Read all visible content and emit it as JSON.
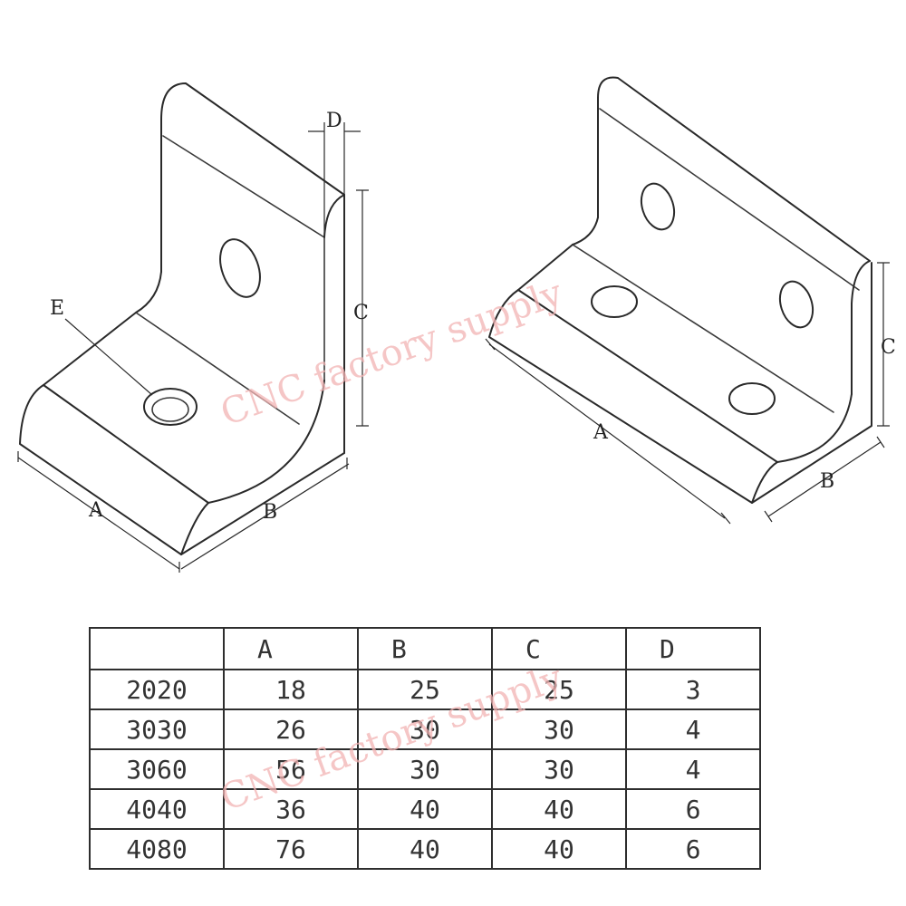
{
  "left_view": {
    "labels": {
      "a": "A",
      "b": "B",
      "c": "C",
      "d": "D",
      "e": "E"
    }
  },
  "right_view": {
    "labels": {
      "a": "A",
      "b": "B",
      "c": "C"
    }
  },
  "watermarks": [
    "CNC factory supply",
    "CNC factory supply"
  ],
  "table": {
    "columns": [
      "",
      "A",
      "B",
      "C",
      "D"
    ],
    "rows": [
      {
        "size": "2020",
        "a": "18",
        "b": "25",
        "c": "25",
        "d": "3"
      },
      {
        "size": "3030",
        "a": "26",
        "b": "30",
        "c": "30",
        "d": "4"
      },
      {
        "size": "3060",
        "a": "56",
        "b": "30",
        "c": "30",
        "d": "4"
      },
      {
        "size": "4040",
        "a": "36",
        "b": "40",
        "c": "40",
        "d": "6"
      },
      {
        "size": "4080",
        "a": "76",
        "b": "40",
        "c": "40",
        "d": "6"
      }
    ]
  }
}
